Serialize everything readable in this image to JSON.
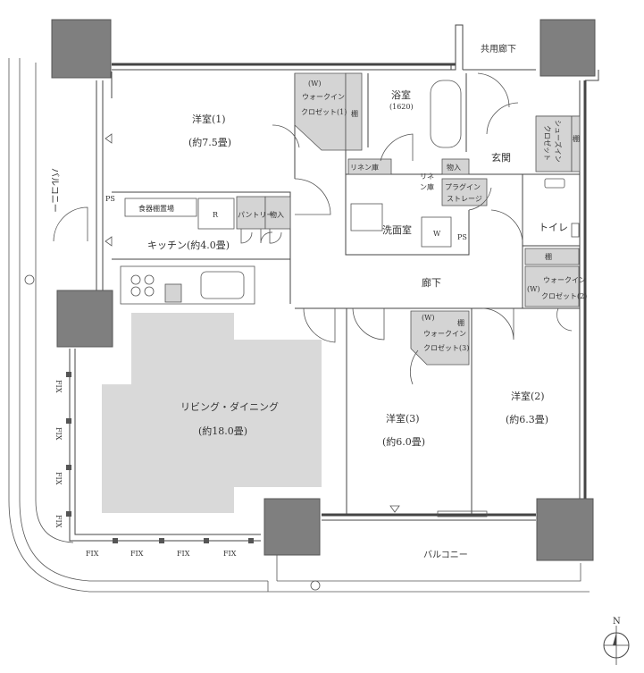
{
  "rooms": {
    "western1_name": "洋室(1)",
    "western1_size": "(約7.5畳)",
    "western2_name": "洋室(2)",
    "western2_size": "(約6.3畳)",
    "western3_name": "洋室(3)",
    "western3_size": "(約6.0畳)",
    "ld_name": "リビング・ダイニング",
    "ld_size": "(約18.0畳)",
    "kitchen": "キッチン(約4.0畳)",
    "bath_name": "浴室",
    "bath_size": "(1620)",
    "washroom": "洗面室",
    "entrance": "玄関",
    "toilet": "トイレ",
    "hallway": "廊下",
    "shared_hallway": "共用廊下",
    "balcony_west": "バルコニー",
    "balcony_south": "バルコニー"
  },
  "storage": {
    "wic1_w": "(W)",
    "wic1_line1": "ウォークイン",
    "wic1_line2": "クロゼット(1)",
    "wic2_w": "(W)",
    "wic2_line1": "ウォークイン",
    "wic2_line2": "クロゼット(2)",
    "wic3_w": "(W)",
    "wic3_line1": "ウォークイン",
    "wic3_line2": "クロゼット(3)",
    "shoes_line1": "シューズイン",
    "shoes_line2": "クロゼット",
    "linen": "リネン庫",
    "linen2_line1": "リネ",
    "linen2_line2": "ン庫",
    "plugin_line1": "プラグイン",
    "plugin_line2": "ストレージ",
    "mono": "物入",
    "mono_kitchen": "物入",
    "pantry": "パントリー",
    "shelf": "棚",
    "dish_shelf": "食器棚置場",
    "fridge": "R",
    "washer": "W",
    "ps": "PS"
  },
  "fix_labels": [
    "FIX",
    "FIX",
    "FIX",
    "FIX",
    "FIX",
    "FIX",
    "FIX",
    "FIX"
  ],
  "compass": "N"
}
